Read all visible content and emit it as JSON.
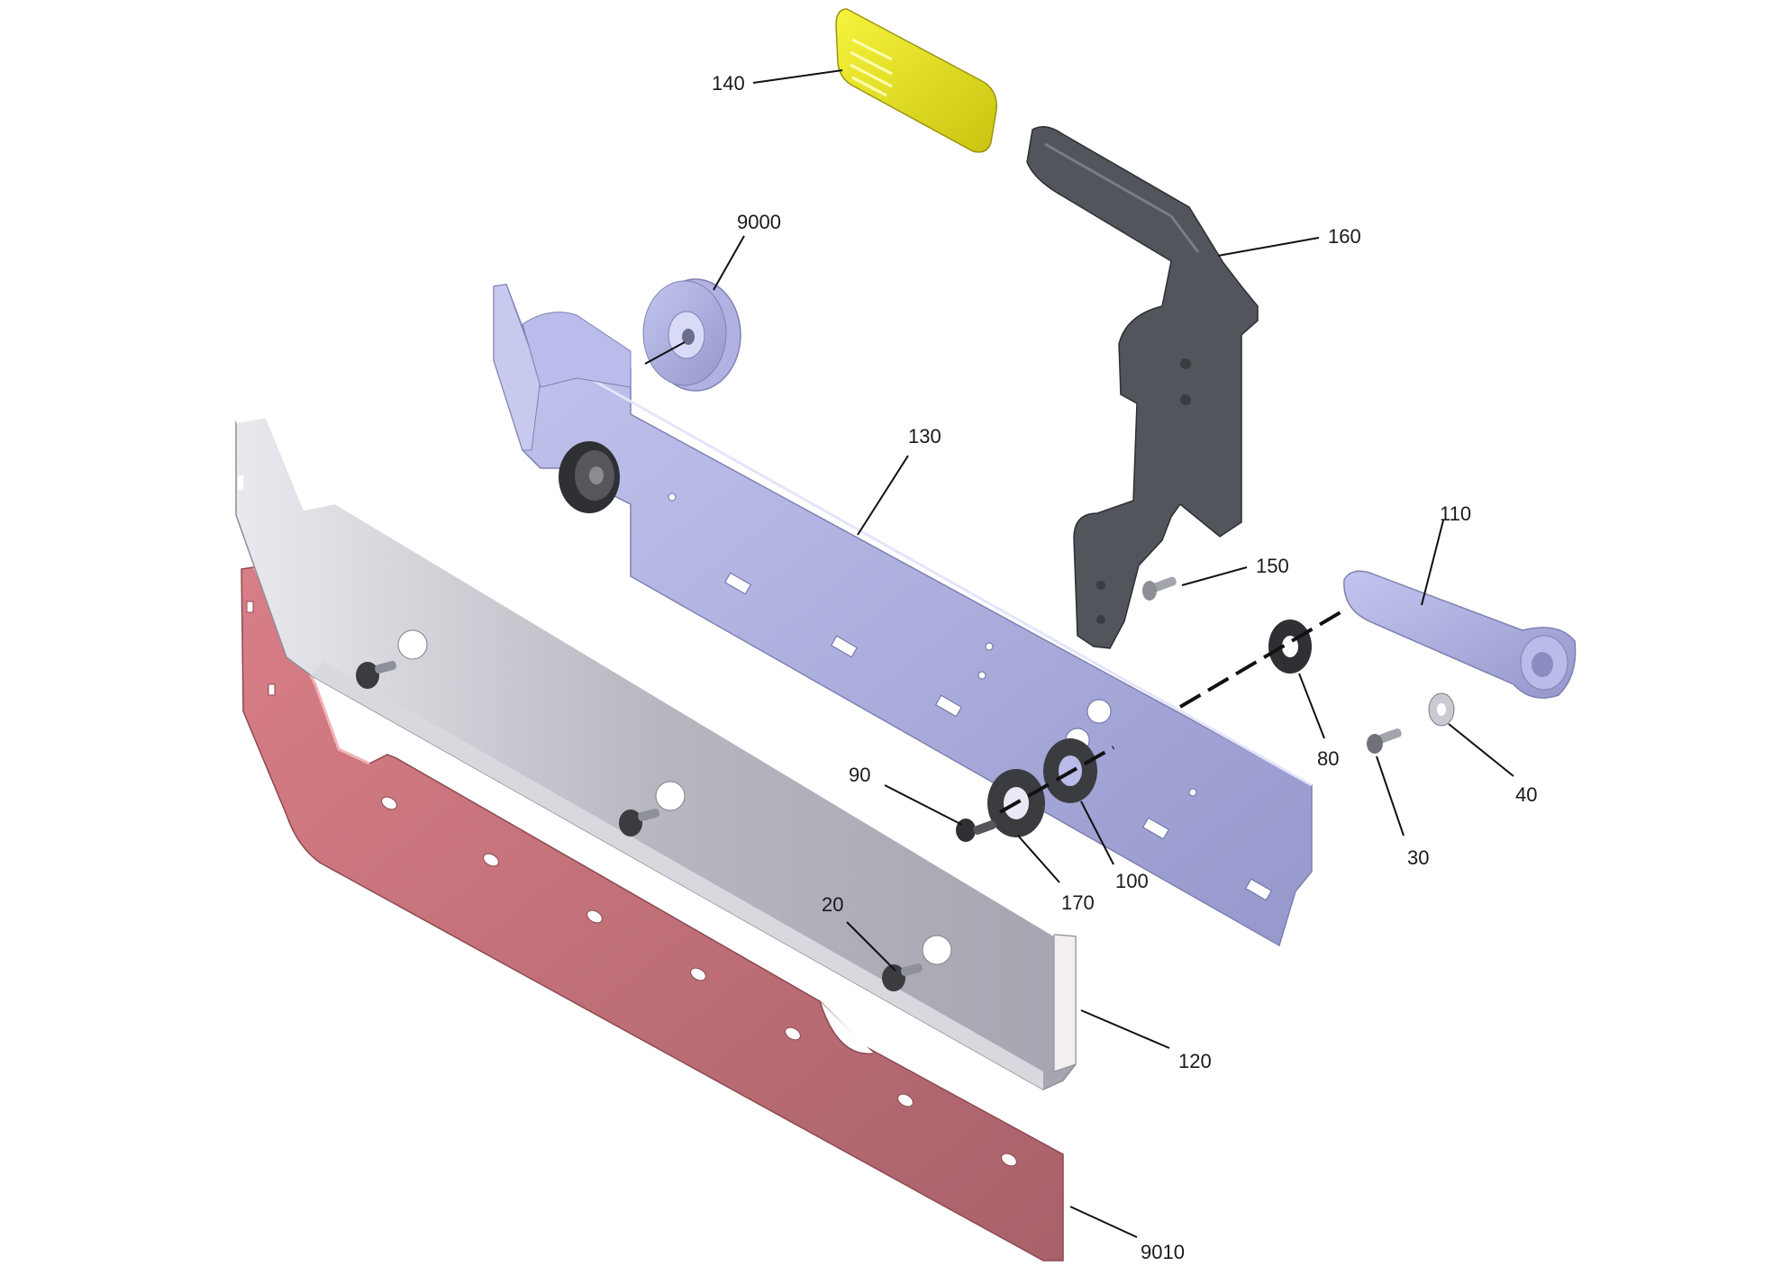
{
  "diagram": {
    "type": "exploded-parts-drawing",
    "callouts": {
      "p140": "140",
      "p160": "160",
      "p9000": "9000",
      "p130": "130",
      "p110": "110",
      "p150": "150",
      "p80": "80",
      "p90": "90",
      "p40": "40",
      "p170": "170",
      "p100": "100",
      "p30": "30",
      "p20": "20",
      "p120": "120",
      "p9010": "9010"
    },
    "colors": {
      "yellow_grip": "#e8e41a",
      "dark_handle": "#4f5258",
      "lavender_parts": "#a9abd8",
      "silver_plate": "#b9b9c2",
      "red_squeegee": "#b5686f",
      "hardware_dark": "#3a3c40"
    }
  }
}
